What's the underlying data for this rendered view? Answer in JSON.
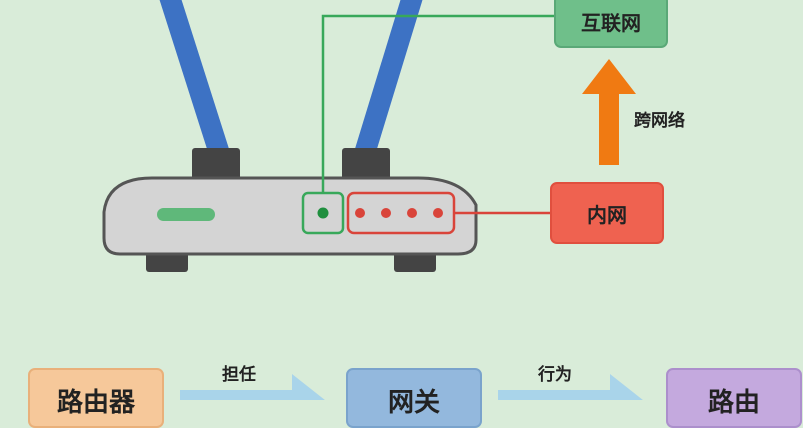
{
  "nodes": {
    "internet": "互联网",
    "lan": "内网",
    "router": "路由器",
    "gateway": "网关",
    "routing": "路由"
  },
  "edges": {
    "lan_to_internet": "跨网络",
    "router_to_gateway": "担任",
    "gateway_to_routing": "行为"
  },
  "colors": {
    "background": "#d9ecd9",
    "internet": "#6fbf8a",
    "lan": "#ef6250",
    "router": "#f6c89a",
    "gateway": "#93b8dd",
    "routing": "#c4a9de",
    "antenna": "#3d72c4",
    "router_body": "#d4d4d4",
    "up_arrow": "#f07a12",
    "flow_arrow": "#a9d4ea"
  }
}
